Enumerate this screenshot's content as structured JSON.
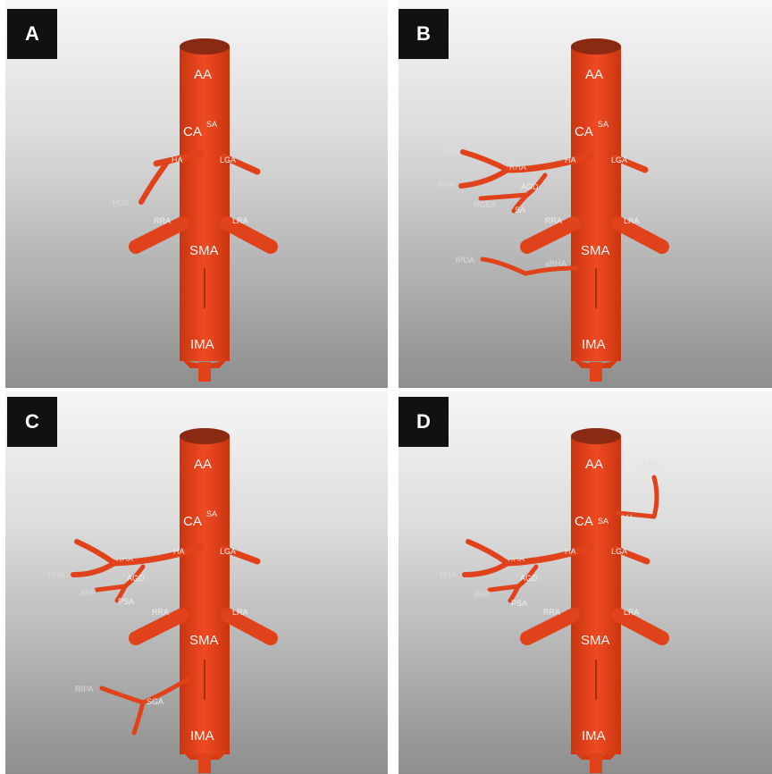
{
  "colors": {
    "artery": "#e8431f",
    "artery_dark": "#9e2a10",
    "artery_top": "#8a2a12",
    "bg_top": "#f4f4f4",
    "bg_bottom": "#8f8f8f",
    "label": "#f2f2f2",
    "box": "#111111"
  },
  "panels": {
    "A": {
      "letter": "A",
      "labels": {
        "aa": "AA",
        "ca": "CA",
        "sa": "SA",
        "ha": "HA",
        "lga": "LGA",
        "pdx": "PDX",
        "rra": "RRA",
        "lra": "LRA",
        "sma": "SMA",
        "ima": "IMA"
      }
    },
    "B": {
      "letter": "B",
      "labels": {
        "aa": "AA",
        "ca": "CA",
        "sa": "SA",
        "ha": "HA",
        "lga": "LGA",
        "rra": "RRA",
        "lra": "LRA",
        "sma": "SMA",
        "ima": "IMA",
        "lha": "LHA",
        "rha": "RHA",
        "pha": "PHA",
        "agd": "AGD",
        "rgea": "RGEA",
        "psa": "SA",
        "ipda": "IPDA",
        "arha": "aRHA"
      }
    },
    "C": {
      "letter": "C",
      "labels": {
        "aa": "AA",
        "ca": "CA",
        "sa": "SA",
        "ha": "HA",
        "lga": "LGA",
        "rra": "RRA",
        "lra": "LRA",
        "sma": "SMA",
        "ima": "IMA",
        "lha": "LHA",
        "rha": "RHA",
        "pha": "PHA",
        "agd": "AGD",
        "arp": "aRP",
        "psa": "PSA",
        "ripa": "RIPA",
        "sga": "SGA"
      }
    },
    "D": {
      "letter": "D",
      "labels": {
        "aa": "AA",
        "ca": "CA",
        "sa": "SA",
        "ha": "HA",
        "lga": "LGA",
        "rra": "RRA",
        "lra": "LRA",
        "sma": "SMA",
        "ima": "IMA",
        "lha": "LHA",
        "rha": "RHA",
        "pha": "PHA",
        "agd": "AGD",
        "rhp": "RHP",
        "psa": "PSA",
        "aipa": "AIPA",
        "lh": "LH"
      }
    }
  }
}
